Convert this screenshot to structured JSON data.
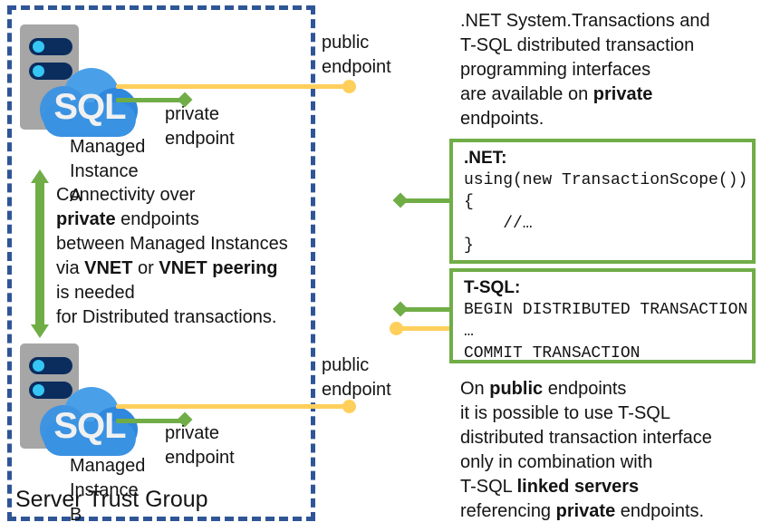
{
  "trust_group": {
    "label": "Server Trust Group",
    "border_color": "#2F5597"
  },
  "instances": [
    {
      "id": "a",
      "cloud_text": "SQL",
      "caption": "Managed\nInstance A",
      "public_endpoint_label": "public\nendpoint",
      "private_endpoint_label": "private\nendpoint"
    },
    {
      "id": "b",
      "cloud_text": "SQL",
      "caption": "Managed\nInstance B",
      "public_endpoint_label": "public\nendpoint",
      "private_endpoint_label": "private\nendpoint"
    }
  ],
  "connectivity_note": {
    "line1": "Connectivity over",
    "line2_bold": "private",
    "line2_rest": " endpoints",
    "line3": "between Managed Instances",
    "line4_prefix": "via ",
    "line4_bold1": "VNET",
    "line4_mid": " or ",
    "line4_bold2": "VNET peering",
    "line5": "is needed",
    "line6": "for Distributed transactions."
  },
  "top_right_note": {
    "line1": ".NET System.Transactions and",
    "line2": "T-SQL distributed transaction",
    "line3": "programming interfaces",
    "line4_prefix": "are available on ",
    "line4_bold": "private",
    "line5": "endpoints."
  },
  "dotnet_box": {
    "title": ".NET:",
    "code": "using(new TransactionScope())\n{\n    //…\n}"
  },
  "tsql_box": {
    "title": "T-SQL:",
    "code": "BEGIN DISTRIBUTED TRANSACTION\n…\nCOMMIT TRANSACTION"
  },
  "bottom_right_note": {
    "line1_prefix": "On ",
    "line1_bold": "public",
    "line1_suffix": " endpoints",
    "line2": "it is possible to use T-SQL",
    "line3": "distributed transaction interface",
    "line4": "only in combination with",
    "line5_prefix": "T-SQL ",
    "line5_bold": "linked servers",
    "line6_prefix": "referencing ",
    "line6_bold": "private",
    "line6_suffix": " endpoints."
  },
  "colors": {
    "green": "#70AD47",
    "yellow": "#FFCF5C",
    "navy_dash": "#2F5597",
    "cloud_blue": "#3A92E2",
    "server_grey": "#A6A6A6",
    "led_cyan": "#35C6F4"
  }
}
